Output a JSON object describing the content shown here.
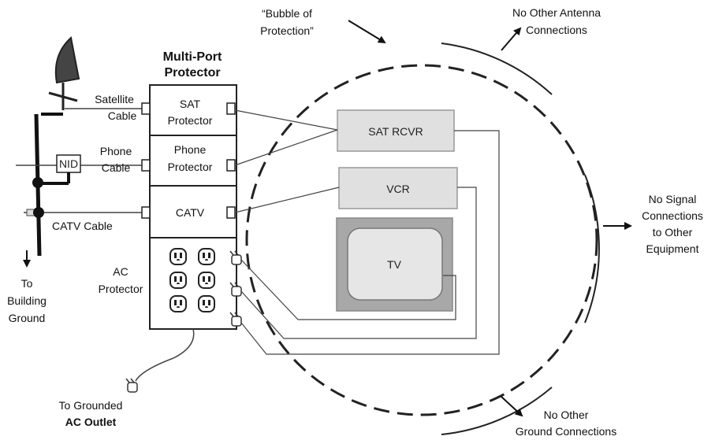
{
  "title": [
    "Multi-Port",
    "Protector"
  ],
  "bubble_label": [
    "“Bubble of",
    "Protection”"
  ],
  "no_antenna": [
    "No Other Antenna",
    "Connections"
  ],
  "no_signal": [
    "No Signal",
    "Connections",
    "to Other",
    "Equipment"
  ],
  "no_ground": [
    "No Other",
    "Ground Connections"
  ],
  "satellite_cable": [
    "Satellite",
    "Cable"
  ],
  "phone_cable": [
    "Phone",
    "Cable"
  ],
  "catv_cable": "CATV Cable",
  "nid": "NID",
  "to_building_ground": [
    "To",
    "Building",
    "Ground"
  ],
  "to_ac_outlet": [
    "To Grounded",
    "AC Outlet"
  ],
  "protector_sections": {
    "sat": [
      "SAT",
      "Protector"
    ],
    "phone": [
      "Phone",
      "Protector"
    ],
    "catv": "CATV",
    "ac": [
      "AC",
      "Protector"
    ]
  },
  "devices": {
    "sat_rcvr": "SAT RCVR",
    "vcr": "VCR",
    "tv": "TV"
  }
}
